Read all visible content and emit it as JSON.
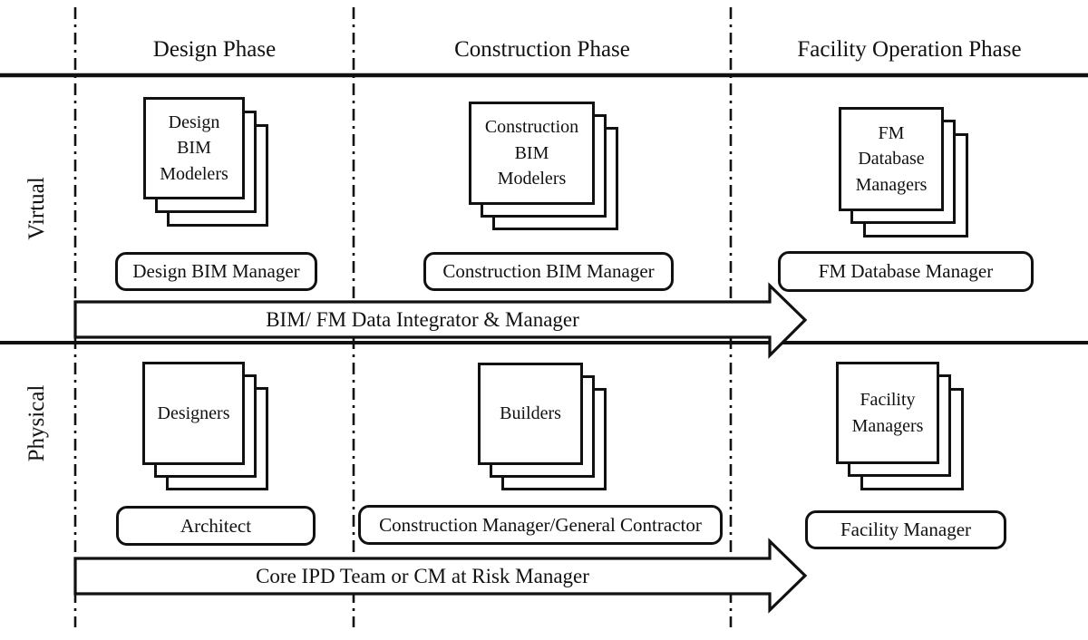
{
  "title": "BIM roles across project phases diagram",
  "phases": [
    "Design Phase",
    "Construction Phase",
    "Facility Operation Phase"
  ],
  "row_labels": [
    "Virtual",
    "Physical"
  ],
  "virtual_row": {
    "stacks": [
      {
        "lines": [
          "Design",
          "BIM",
          "Modelers"
        ]
      },
      {
        "lines": [
          "Construction",
          "BIM",
          "Modelers"
        ]
      },
      {
        "lines": [
          "FM",
          "Database",
          "Managers"
        ]
      }
    ],
    "managers": [
      "Design BIM Manager",
      "Construction BIM Manager",
      "FM Database Manager"
    ],
    "arrow_label": "BIM/ FM Data Integrator & Manager"
  },
  "physical_row": {
    "stacks": [
      {
        "lines": [
          "Designers"
        ]
      },
      {
        "lines": [
          "Builders"
        ]
      },
      {
        "lines": [
          "Facility",
          "Managers"
        ]
      }
    ],
    "managers": [
      "Architect",
      "Construction Manager/General Contractor",
      "Facility Manager"
    ],
    "arrow_label": "Core IPD Team or CM at Risk Manager"
  },
  "colors": {
    "line": "#111111",
    "background": "#ffffff",
    "text": "#111111"
  }
}
